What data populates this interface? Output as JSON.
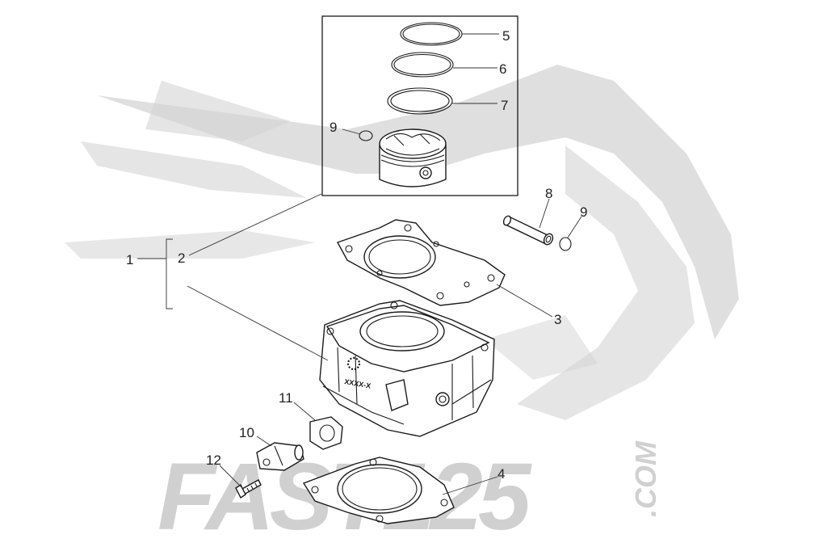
{
  "watermark": {
    "brand": "FAST125",
    "suffix": ".COM",
    "color": "#c8c8c8"
  },
  "stamp": "XXXX-X",
  "callouts": [
    {
      "id": "c5",
      "text": "5"
    },
    {
      "id": "c6",
      "text": "6"
    },
    {
      "id": "c7",
      "text": "7"
    },
    {
      "id": "c9a",
      "text": "9"
    },
    {
      "id": "c8",
      "text": "8"
    },
    {
      "id": "c9b",
      "text": "9"
    },
    {
      "id": "c1",
      "text": "1"
    },
    {
      "id": "c2",
      "text": "2"
    },
    {
      "id": "c3",
      "text": "3"
    },
    {
      "id": "c11",
      "text": "11"
    },
    {
      "id": "c10",
      "text": "10"
    },
    {
      "id": "c12",
      "text": "12"
    },
    {
      "id": "c4",
      "text": "4"
    }
  ]
}
